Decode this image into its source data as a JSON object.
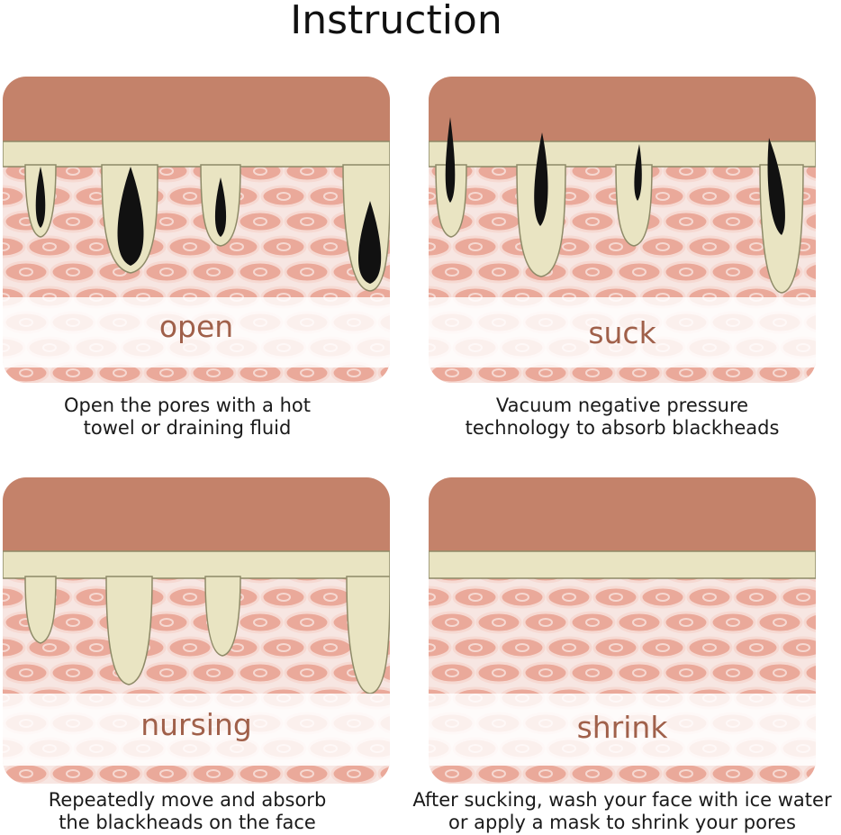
{
  "title": "Instruction",
  "colors": {
    "dermis": "#c4826a",
    "epidermis": "#e9e4c2",
    "pore_outline": "#8e8a68",
    "tissue_bg": "#f7e6e2",
    "cell_fill": "#eaa99a",
    "cell_stroke": "#f6d9d2",
    "blackhead": "#111111",
    "label": "#a0604a",
    "caption": "#1a1a1a"
  },
  "steps": [
    {
      "label": "open",
      "caption_line1": "Open the pores with a hot",
      "caption_line2": "towel or draining fluid",
      "icon": "open-pores-illustration"
    },
    {
      "label": "suck",
      "caption_line1": "Vacuum negative pressure",
      "caption_line2": "technology to absorb blackheads",
      "icon": "suction-illustration"
    },
    {
      "label": "nursing",
      "caption_line1": "Repeatedly move and absorb",
      "caption_line2": "the blackheads on the face",
      "icon": "nursing-illustration"
    },
    {
      "label": "shrink",
      "caption_line1": "After sucking, wash your face with ice water",
      "caption_line2": "or apply a mask to shrink your pores",
      "icon": "shrink-pores-illustration"
    }
  ]
}
